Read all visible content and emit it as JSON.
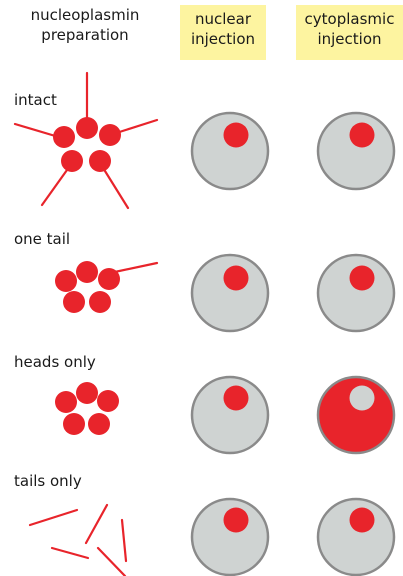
{
  "headers": {
    "preparation": [
      "nucleoplasmin",
      "preparation"
    ],
    "nuclear": [
      "nuclear",
      "injection"
    ],
    "cytoplasmic": [
      "cytoplasmic",
      "injection"
    ]
  },
  "rows": [
    {
      "label": "intact"
    },
    {
      "label": "one tail"
    },
    {
      "label": "heads only"
    },
    {
      "label": "tails only"
    }
  ],
  "colors": {
    "protein_red": "#e8242b",
    "cell_gray": "#cfd3d2",
    "cell_border": "#8a8a8a",
    "header_highlight": "#fdf4a0"
  }
}
